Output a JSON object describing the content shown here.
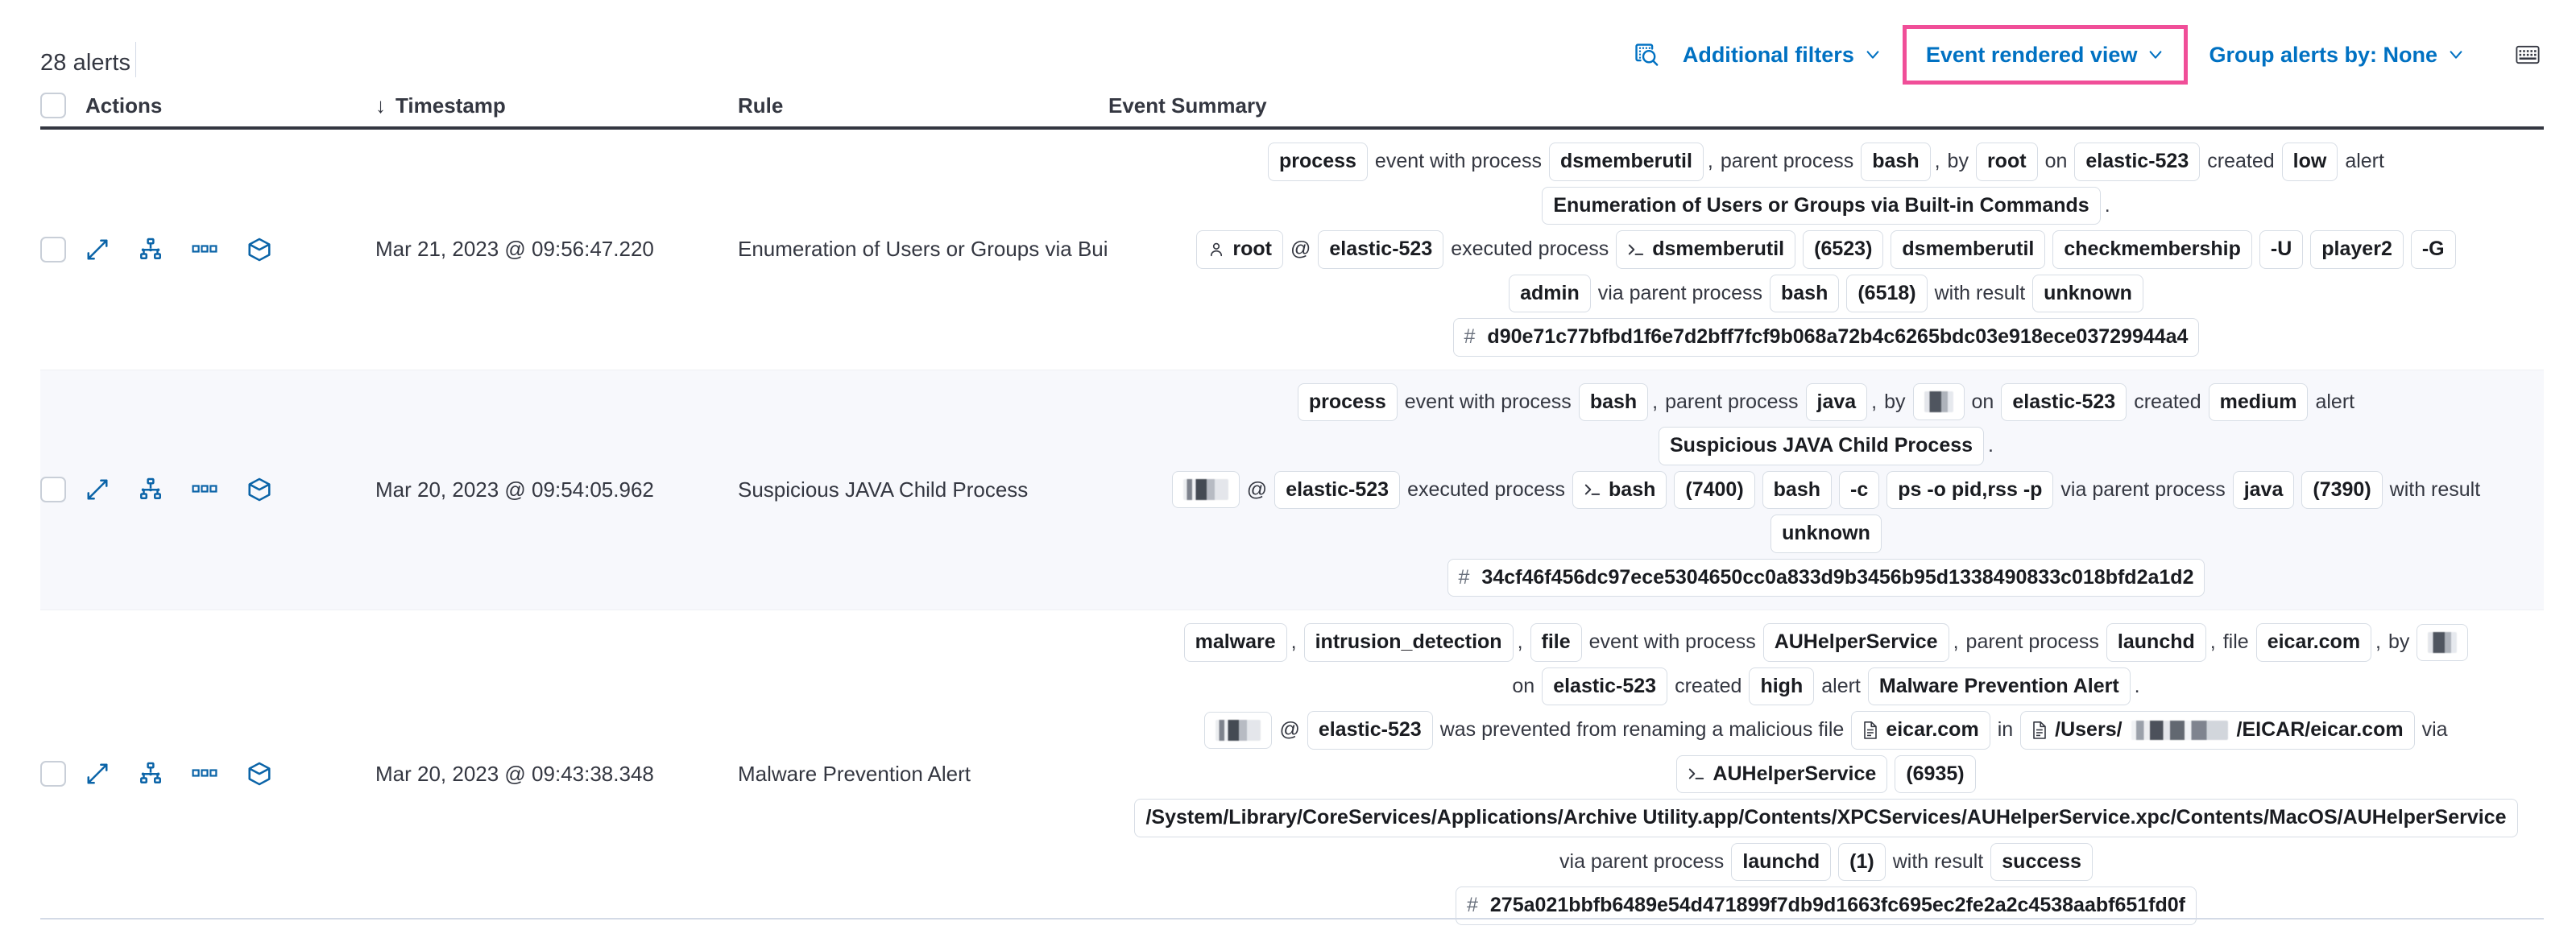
{
  "toolbar": {
    "alerts_count_label": "28 alerts",
    "inspect_icon": "inspect-query-icon",
    "additional_filters_label": "Additional filters",
    "event_rendered_view_label": "Event rendered view",
    "group_alerts_label": "Group alerts by: None",
    "keyboard_icon": "keyboard-shortcuts-icon",
    "highlight_color": "#f04e98",
    "link_color": "#0071c2"
  },
  "table": {
    "headers": {
      "select_all": "",
      "actions": "Actions",
      "timestamp": "Timestamp",
      "timestamp_sort": "↓",
      "rule": "Rule",
      "event_summary": "Event Summary"
    },
    "row_action_icons": [
      "expand-icon",
      "analyzer-icon",
      "more-actions-icon",
      "session-view-icon"
    ],
    "rows": [
      {
        "timestamp": "Mar 21, 2023 @ 09:56:47.220",
        "rule": "Enumeration of Users or Groups via Bui",
        "summary_lines": [
          [
            {
              "t": "chip",
              "v": "process"
            },
            {
              "t": "text",
              "v": "event with process"
            },
            {
              "t": "chip",
              "v": "dsmemberutil"
            },
            {
              "t": "punct",
              "v": ","
            },
            {
              "t": "text",
              "v": "parent process"
            },
            {
              "t": "chip",
              "v": "bash"
            },
            {
              "t": "punct",
              "v": ","
            },
            {
              "t": "text",
              "v": "by"
            },
            {
              "t": "chip",
              "v": "root"
            },
            {
              "t": "text",
              "v": "on"
            },
            {
              "t": "chip",
              "v": "elastic-523"
            },
            {
              "t": "text",
              "v": "created"
            },
            {
              "t": "chip",
              "v": "low"
            },
            {
              "t": "text",
              "v": "alert"
            }
          ],
          [
            {
              "t": "chip",
              "v": "Enumeration of Users or Groups via Built-in Commands"
            },
            {
              "t": "punct",
              "v": "."
            }
          ],
          [
            {
              "t": "chip",
              "v": "root",
              "icon": "user-icon"
            },
            {
              "t": "text",
              "v": "@"
            },
            {
              "t": "chip",
              "v": "elastic-523"
            },
            {
              "t": "text",
              "v": "executed process"
            },
            {
              "t": "chip",
              "v": "dsmemberutil",
              "icon": "console-icon"
            },
            {
              "t": "chip",
              "v": "(6523)"
            },
            {
              "t": "chip",
              "v": "dsmemberutil"
            },
            {
              "t": "chip",
              "v": "checkmembership"
            },
            {
              "t": "chip",
              "v": "-U"
            },
            {
              "t": "chip",
              "v": "player2"
            },
            {
              "t": "chip",
              "v": "-G"
            }
          ],
          [
            {
              "t": "chip",
              "v": "admin"
            },
            {
              "t": "text",
              "v": "via parent process"
            },
            {
              "t": "chip",
              "v": "bash"
            },
            {
              "t": "chip",
              "v": "(6518)"
            },
            {
              "t": "text",
              "v": "with result"
            },
            {
              "t": "chip",
              "v": "unknown"
            }
          ],
          [
            {
              "t": "hash",
              "v": "d90e71c77bfbd1f6e7d2bff7fcf9b068a72b4c6265bdc03e918ece03729944a4"
            }
          ]
        ]
      },
      {
        "timestamp": "Mar 20, 2023 @ 09:54:05.962",
        "rule": "Suspicious JAVA Child Process",
        "summary_lines": [
          [
            {
              "t": "chip",
              "v": "process"
            },
            {
              "t": "text",
              "v": "event with process"
            },
            {
              "t": "chip",
              "v": "bash"
            },
            {
              "t": "punct",
              "v": ","
            },
            {
              "t": "text",
              "v": "parent process"
            },
            {
              "t": "chip",
              "v": "java"
            },
            {
              "t": "punct",
              "v": ","
            },
            {
              "t": "text",
              "v": "by"
            },
            {
              "t": "redact",
              "v": "",
              "w": "w3"
            },
            {
              "t": "text",
              "v": "on"
            },
            {
              "t": "chip",
              "v": "elastic-523"
            },
            {
              "t": "text",
              "v": "created"
            },
            {
              "t": "chip",
              "v": "medium"
            },
            {
              "t": "text",
              "v": "alert"
            }
          ],
          [
            {
              "t": "chip",
              "v": "Suspicious JAVA Child Process"
            },
            {
              "t": "punct",
              "v": "."
            }
          ],
          [
            {
              "t": "redact",
              "v": "",
              "w": "w2"
            },
            {
              "t": "text",
              "v": "@"
            },
            {
              "t": "chip",
              "v": "elastic-523"
            },
            {
              "t": "text",
              "v": "executed process"
            },
            {
              "t": "chip",
              "v": "bash",
              "icon": "console-icon"
            },
            {
              "t": "chip",
              "v": "(7400)"
            },
            {
              "t": "chip",
              "v": "bash"
            },
            {
              "t": "chip",
              "v": "-c"
            },
            {
              "t": "chip",
              "v": "ps -o pid,rss -p"
            },
            {
              "t": "text",
              "v": "via parent process"
            },
            {
              "t": "chip",
              "v": "java"
            },
            {
              "t": "chip",
              "v": "(7390)"
            },
            {
              "t": "text",
              "v": "with result"
            }
          ],
          [
            {
              "t": "chip",
              "v": "unknown"
            }
          ],
          [
            {
              "t": "hash",
              "v": "34cf46f456dc97ece5304650cc0a833d9b3456b95d1338490833c018bfd2a1d2"
            }
          ]
        ]
      },
      {
        "timestamp": "Mar 20, 2023 @ 09:43:38.348",
        "rule": "Malware Prevention Alert",
        "summary_lines": [
          [
            {
              "t": "chip",
              "v": "malware"
            },
            {
              "t": "punct",
              "v": ","
            },
            {
              "t": "chip",
              "v": "intrusion_detection"
            },
            {
              "t": "punct",
              "v": ","
            },
            {
              "t": "chip",
              "v": "file"
            },
            {
              "t": "text",
              "v": "event with process"
            },
            {
              "t": "chip",
              "v": "AUHelperService"
            },
            {
              "t": "punct",
              "v": ","
            },
            {
              "t": "text",
              "v": "parent process"
            },
            {
              "t": "chip",
              "v": "launchd"
            },
            {
              "t": "punct",
              "v": ","
            },
            {
              "t": "text",
              "v": "file"
            },
            {
              "t": "chip",
              "v": "eicar.com"
            },
            {
              "t": "punct",
              "v": ","
            },
            {
              "t": "text",
              "v": "by"
            },
            {
              "t": "redact",
              "v": "",
              "w": "w3"
            }
          ],
          [
            {
              "t": "text",
              "v": "on"
            },
            {
              "t": "chip",
              "v": "elastic-523"
            },
            {
              "t": "text",
              "v": "created"
            },
            {
              "t": "chip",
              "v": "high"
            },
            {
              "t": "text",
              "v": "alert"
            },
            {
              "t": "chip",
              "v": "Malware Prevention Alert"
            },
            {
              "t": "punct",
              "v": "."
            }
          ],
          [
            {
              "t": "redact",
              "v": "",
              "w": "w2"
            },
            {
              "t": "text",
              "v": "@"
            },
            {
              "t": "chip",
              "v": "elastic-523"
            },
            {
              "t": "text",
              "v": "was prevented from renaming a malicious file"
            },
            {
              "t": "chip",
              "v": "eicar.com",
              "icon": "file-icon"
            },
            {
              "t": "text",
              "v": "in"
            },
            {
              "t": "chip_path_redacted",
              "pre": "/Users/",
              "post": "/EICAR/eicar.com",
              "icon": "file-icon"
            },
            {
              "t": "text",
              "v": "via"
            }
          ],
          [
            {
              "t": "chip",
              "v": "AUHelperService",
              "icon": "console-icon"
            },
            {
              "t": "chip",
              "v": "(6935)"
            }
          ],
          [
            {
              "t": "chip",
              "v": "/System/Library/CoreServices/Applications/Archive Utility.app/Contents/XPCServices/AUHelperService.xpc/Contents/MacOS/AUHelperService"
            }
          ],
          [
            {
              "t": "text",
              "v": "via parent process"
            },
            {
              "t": "chip",
              "v": "launchd"
            },
            {
              "t": "chip",
              "v": "(1)"
            },
            {
              "t": "text",
              "v": "with result"
            },
            {
              "t": "chip",
              "v": "success"
            }
          ],
          [
            {
              "t": "hash",
              "v": "275a021bbfb6489e54d471899f7db9d1663fc695ec2fe2a2c4538aabf651fd0f"
            }
          ]
        ]
      }
    ]
  }
}
